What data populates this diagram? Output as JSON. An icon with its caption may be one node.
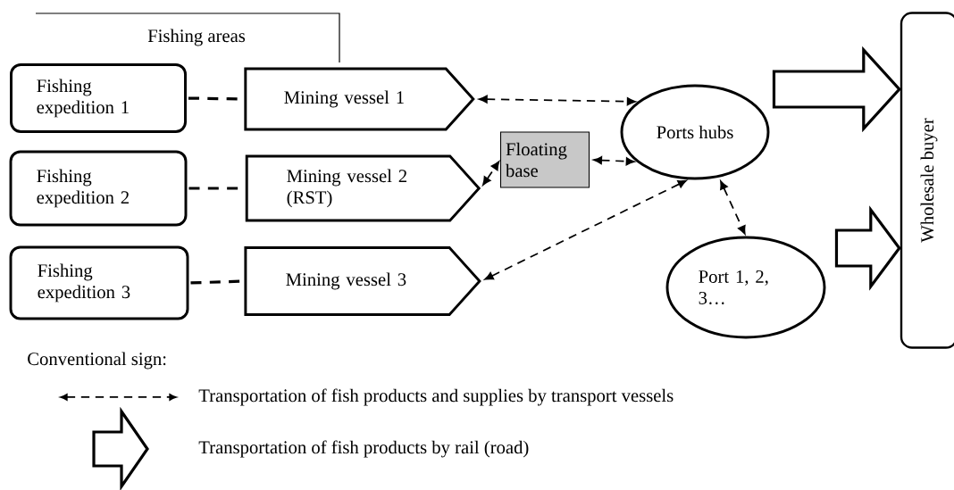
{
  "diagram": {
    "nodes": [
      {
        "text": [
          "Fishing expedition 1"
        ]
      },
      {
        "text": [
          "Mining vessel 1"
        ]
      },
      {
        "text": [
          "Fishing expedition 2"
        ]
      },
      {
        "text": [
          "Mining vessel 2 (RST)"
        ]
      },
      {
        "text": [
          "Fishing expedition 3"
        ]
      },
      {
        "text": [
          "Mining vessel 3"
        ]
      },
      {
        "text": [
          "Floating base"
        ]
      },
      {
        "text": [
          "Ports hubs"
        ]
      },
      {
        "text": [
          "Port 1, 2, 3…"
        ]
      },
      {
        "text": [
          "Wholesale buyer"
        ]
      }
    ],
    "edges": [
      {
        "from": 0,
        "to": 1,
        "arrow": "none",
        "style": "dashed"
      },
      {
        "from": 2,
        "to": 3,
        "arrow": "none",
        "style": "dashed"
      },
      {
        "from": 4,
        "to": 5,
        "arrow": "none",
        "style": "dashed"
      },
      {
        "from": 1,
        "to": 7,
        "arrow": "both",
        "style": "dashed"
      },
      {
        "from": 3,
        "to": 6,
        "arrow": "both",
        "style": "dashed"
      },
      {
        "from": 6,
        "to": 7,
        "arrow": "both",
        "style": "dashed"
      },
      {
        "from": 5,
        "to": 7,
        "arrow": "both",
        "style": "dashed"
      },
      {
        "from": 7,
        "to": 8,
        "arrow": "both",
        "style": "dashed"
      },
      {
        "from": 7,
        "to": 9,
        "arrow": "to",
        "style": "thick"
      },
      {
        "from": 8,
        "to": 9,
        "arrow": "to",
        "style": "thick"
      }
    ],
    "labels": [
      "Fishing areas",
      "Conventional sign:"
    ],
    "legend": [
      {
        "text": "Transportation of fish products and supplies by transport vessels"
      },
      {
        "text": "Transportation of fish products by rail (road)"
      }
    ]
  }
}
